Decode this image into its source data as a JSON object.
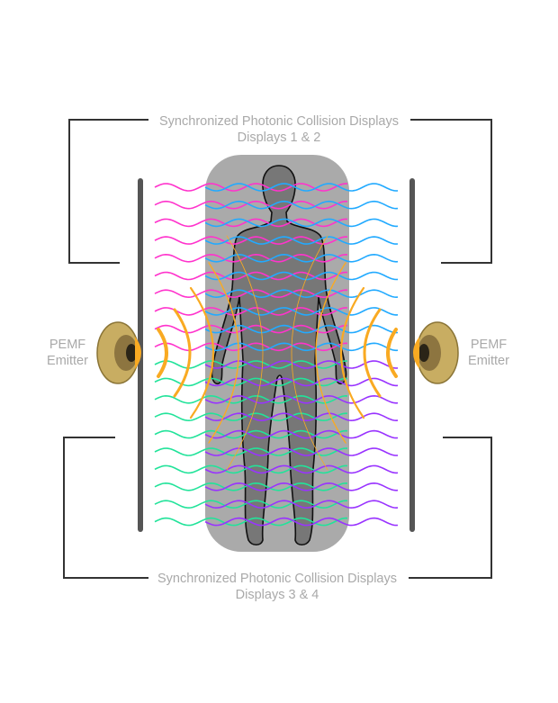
{
  "top_label": {
    "line1": "Synchronized Photonic Collision Displays",
    "line2": "Displays 1 & 2"
  },
  "bottom_label": {
    "line1": "Synchronized Photonic Collision Displays",
    "line2": "Displays 3 & 4"
  },
  "left_emitter": {
    "line1": "PEMF",
    "line2": "Emitter"
  },
  "right_emitter": {
    "line1": "PEMF",
    "line2": "Emitter"
  },
  "colors": {
    "display1": "#ff33cc",
    "display2": "#22aaff",
    "display3": "#22e39a",
    "display4": "#9933ff",
    "pemf": "#f9aa22",
    "bed": "#aaaaaa",
    "body": "#777777",
    "bracket": "#333333",
    "panel": "#555555",
    "label": "#a9a9a9"
  },
  "wave_rows_per_group": 10
}
